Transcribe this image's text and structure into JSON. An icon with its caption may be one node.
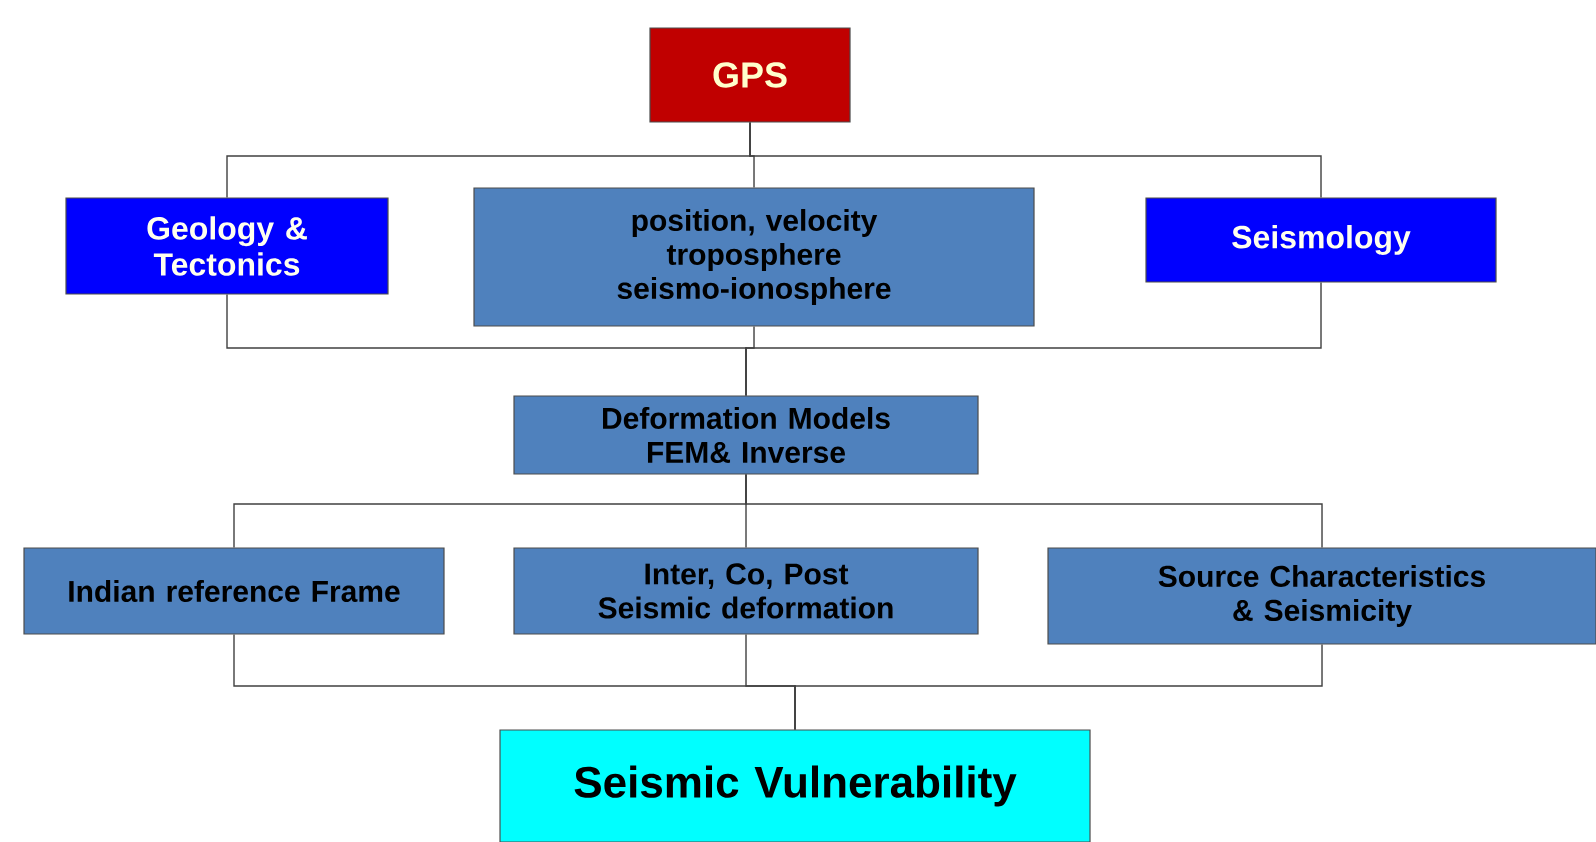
{
  "diagram": {
    "nodes": [
      {
        "text": [
          "GPS"
        ]
      },
      {
        "text": [
          "Geology & Tectonics"
        ]
      },
      {
        "text": [
          "position, velocity troposphere seismo-ionosphere"
        ]
      },
      {
        "text": [
          "Seismology"
        ]
      },
      {
        "text": [
          "Deformation Models FEM& Inverse"
        ]
      },
      {
        "text": [
          "Indian reference Frame"
        ]
      },
      {
        "text": [
          "Inter, Co, Post Seismic deformation"
        ]
      },
      {
        "text": [
          "Source Characteristics & Seismicity"
        ]
      },
      {
        "text": [
          "Seismic Vulnerability"
        ]
      }
    ],
    "edges": [
      {
        "from": 0,
        "to": 1,
        "arrow": "none"
      },
      {
        "from": 0,
        "to": 2,
        "arrow": "none"
      },
      {
        "from": 0,
        "to": 3,
        "arrow": "none"
      },
      {
        "from": 1,
        "to": 4,
        "arrow": "none"
      },
      {
        "from": 2,
        "to": 4,
        "arrow": "none"
      },
      {
        "from": 3,
        "to": 4,
        "arrow": "none"
      },
      {
        "from": 4,
        "to": 5,
        "arrow": "none"
      },
      {
        "from": 4,
        "to": 6,
        "arrow": "none"
      },
      {
        "from": 4,
        "to": 7,
        "arrow": "none"
      },
      {
        "from": 5,
        "to": 8,
        "arrow": "none"
      },
      {
        "from": 6,
        "to": 8,
        "arrow": "none"
      },
      {
        "from": 7,
        "to": 8,
        "arrow": "none"
      }
    ]
  }
}
